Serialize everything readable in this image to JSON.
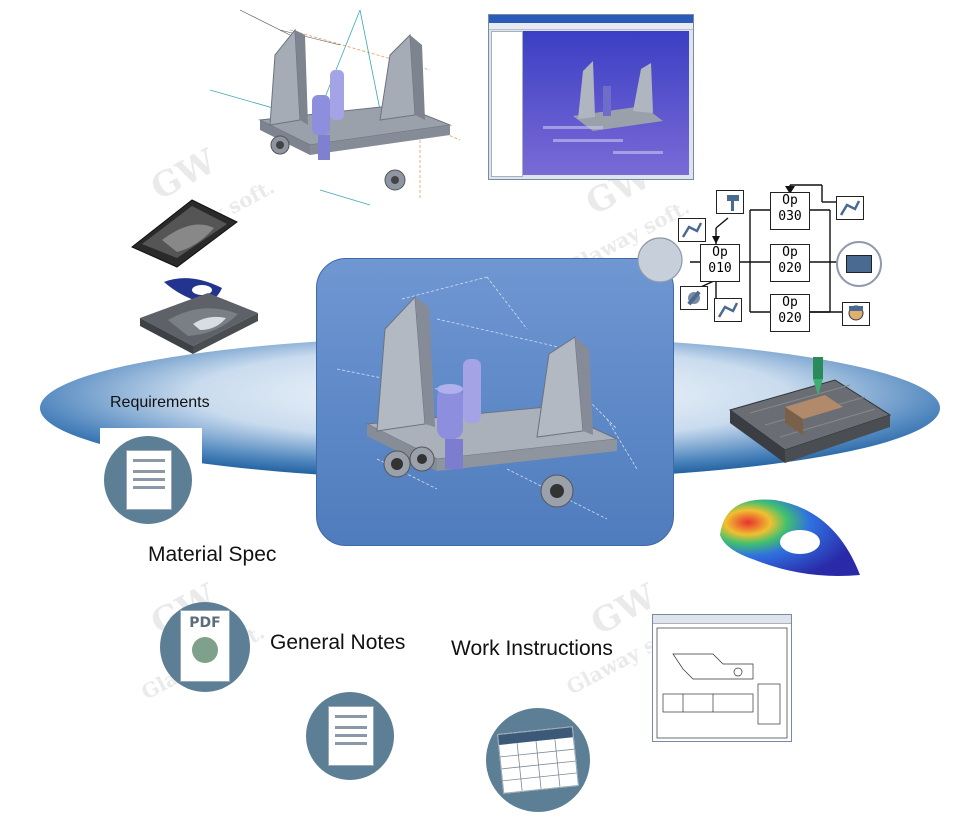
{
  "labels": {
    "requirements": "Requirements",
    "material_spec": "Material Spec",
    "general_notes": "General Notes",
    "work_instructions": "Work Instructions"
  },
  "pdf_badge": "PDF",
  "watermark": {
    "logo": "GW",
    "brand": "Glaway soft."
  },
  "ops": [
    {
      "line1": "Op",
      "line2": "030"
    },
    {
      "line1": "Op",
      "line2": "010"
    },
    {
      "line1": "Op",
      "line2": "020"
    },
    {
      "line1": "Op",
      "line2": "020"
    }
  ],
  "colors": {
    "ellipse": "#1f5f9e",
    "center_panel": "#5b86c5",
    "icon_circle": "#5d7f96",
    "part_gray": "#8e96a3",
    "cylinder": "#8e8ede",
    "fea_blue": "#2a2aa8"
  }
}
